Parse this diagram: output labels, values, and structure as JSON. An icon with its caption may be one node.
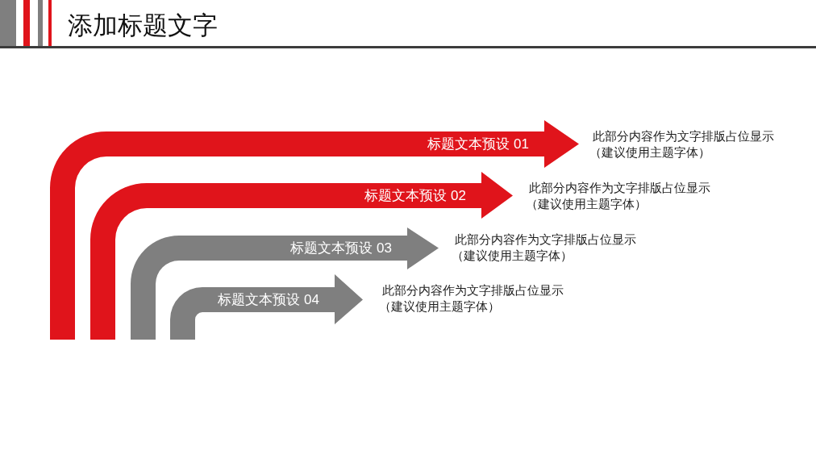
{
  "diagram": {
    "title": "添加标题文字",
    "nodes": [
      {
        "text": [
          "标题文本预设 01"
        ],
        "beside": [
          "此部分内容作为文字排版占位显示",
          "（建议使用主题字体）"
        ]
      },
      {
        "text": [
          "标题文本预设 02"
        ],
        "beside": [
          "此部分内容作为文字排版占位显示",
          "（建议使用主题字体）"
        ]
      },
      {
        "text": [
          "标题文本预设 03"
        ],
        "beside": [
          "此部分内容作为文字排版占位显示",
          "（建议使用主题字体）"
        ]
      },
      {
        "text": [
          "标题文本预设 04"
        ],
        "beside": [
          "此部分内容作为文字排版占位显示",
          "（建议使用主题字体）"
        ]
      }
    ]
  }
}
